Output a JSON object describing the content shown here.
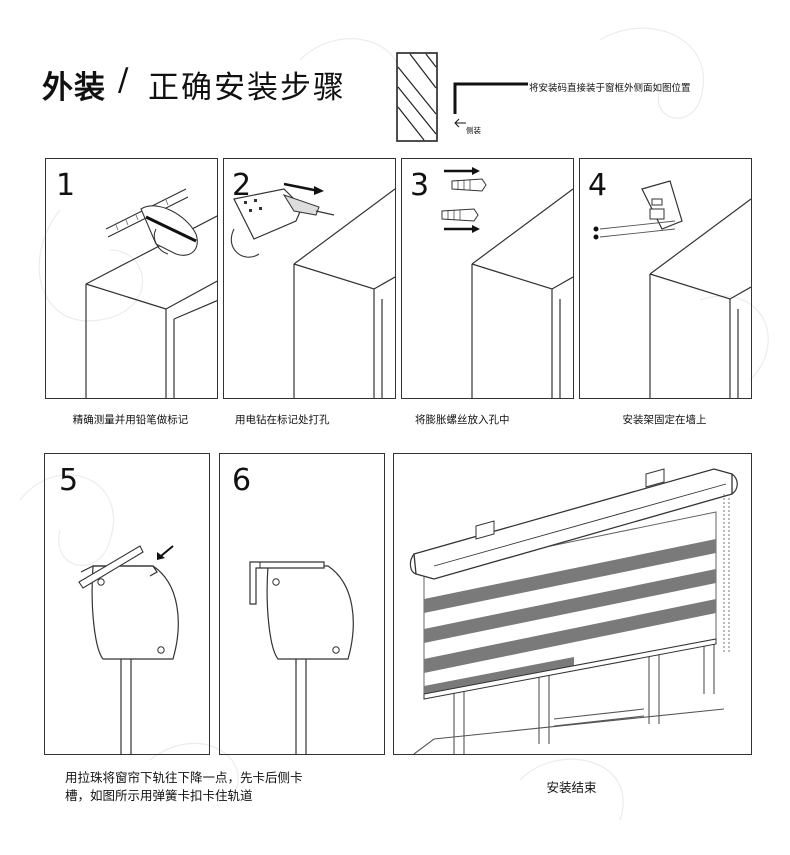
{
  "header": {
    "title_main": "外装",
    "title_sep": "/",
    "title_sub": "正确安装步骤",
    "legend_label": "将安装码直接装于窗框外侧面如图位置",
    "side_label": "侧装"
  },
  "steps": [
    {
      "num": "1",
      "caption": "精确测量并用铅笔做标记"
    },
    {
      "num": "2",
      "caption": "用电钻在标记处打孔"
    },
    {
      "num": "3",
      "caption": "将膨胀螺丝放入孔中"
    },
    {
      "num": "4",
      "caption": "安装架固定在墙上"
    },
    {
      "num": "5",
      "caption_line1": "用拉珠将窗帘下轨往下降一点，先卡后侧卡",
      "caption_line2": "槽，如图所示用弹簧卡扣卡住轨道"
    },
    {
      "num": "6"
    }
  ],
  "final": {
    "caption": "安装结束"
  },
  "colors": {
    "stripe": "#7a7a7a",
    "line": "#333333",
    "panel_bg": "#ffffff"
  }
}
